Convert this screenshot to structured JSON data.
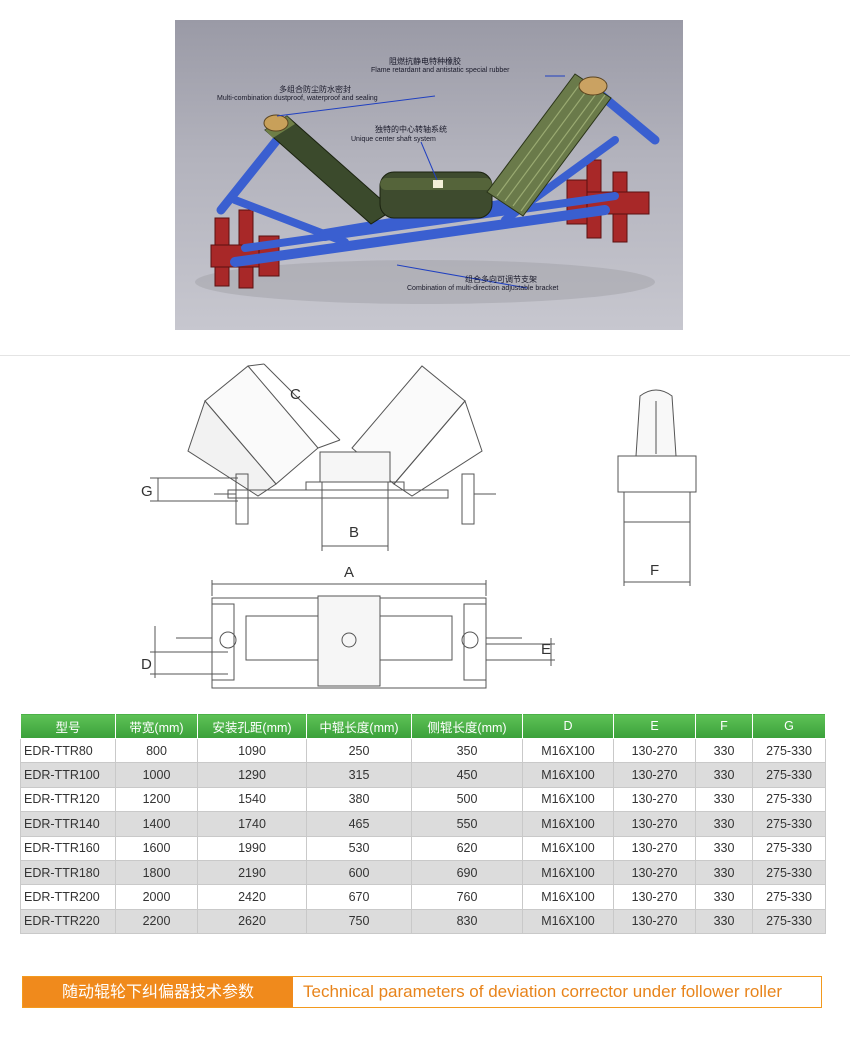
{
  "render_callouts": [
    {
      "cn": "阻燃抗静电特种橡胶",
      "en": "Flame retardant and antistatic special rubber"
    },
    {
      "cn": "多组合防尘防水密封",
      "en": "Multi-combination dustproof, waterproof and sealing"
    },
    {
      "cn": "独特的中心转轴系统",
      "en": "Unique center shaft system"
    },
    {
      "cn": "组合多向可调节支架",
      "en": "Combination of multi-direction adjustable bracket"
    }
  ],
  "dimension_labels": {
    "a": "A",
    "b": "B",
    "c": "C",
    "d": "D",
    "e": "E",
    "f": "F",
    "g": "G"
  },
  "table": {
    "headers": [
      "型号",
      "带宽(mm)",
      "安装孔距(mm)",
      "中辊长度(mm)",
      "侧辊长度(mm)",
      "D",
      "E",
      "F",
      "G"
    ],
    "rows": [
      [
        "EDR-TTR80",
        "800",
        "1090",
        "250",
        "350",
        "M16X100",
        "130-270",
        "330",
        "275-330"
      ],
      [
        "EDR-TTR100",
        "1000",
        "1290",
        "315",
        "450",
        "M16X100",
        "130-270",
        "330",
        "275-330"
      ],
      [
        "EDR-TTR120",
        "1200",
        "1540",
        "380",
        "500",
        "M16X100",
        "130-270",
        "330",
        "275-330"
      ],
      [
        "EDR-TTR140",
        "1400",
        "1740",
        "465",
        "550",
        "M16X100",
        "130-270",
        "330",
        "275-330"
      ],
      [
        "EDR-TTR160",
        "1600",
        "1990",
        "530",
        "620",
        "M16X100",
        "130-270",
        "330",
        "275-330"
      ],
      [
        "EDR-TTR180",
        "1800",
        "2190",
        "600",
        "690",
        "M16X100",
        "130-270",
        "330",
        "275-330"
      ],
      [
        "EDR-TTR200",
        "2000",
        "2420",
        "670",
        "760",
        "M16X100",
        "130-270",
        "330",
        "275-330"
      ],
      [
        "EDR-TTR220",
        "2200",
        "2620",
        "750",
        "830",
        "M16X100",
        "130-270",
        "330",
        "275-330"
      ]
    ]
  },
  "caption": {
    "cn": "随动辊轮下纠偏器技术参数",
    "en": "Technical parameters of deviation corrector under follower roller"
  },
  "colors": {
    "header_green": "#3aa03a",
    "accent_orange": "#f08a1c",
    "frame_blue": "#3a5fd0",
    "bracket_red": "#b02a2a"
  }
}
